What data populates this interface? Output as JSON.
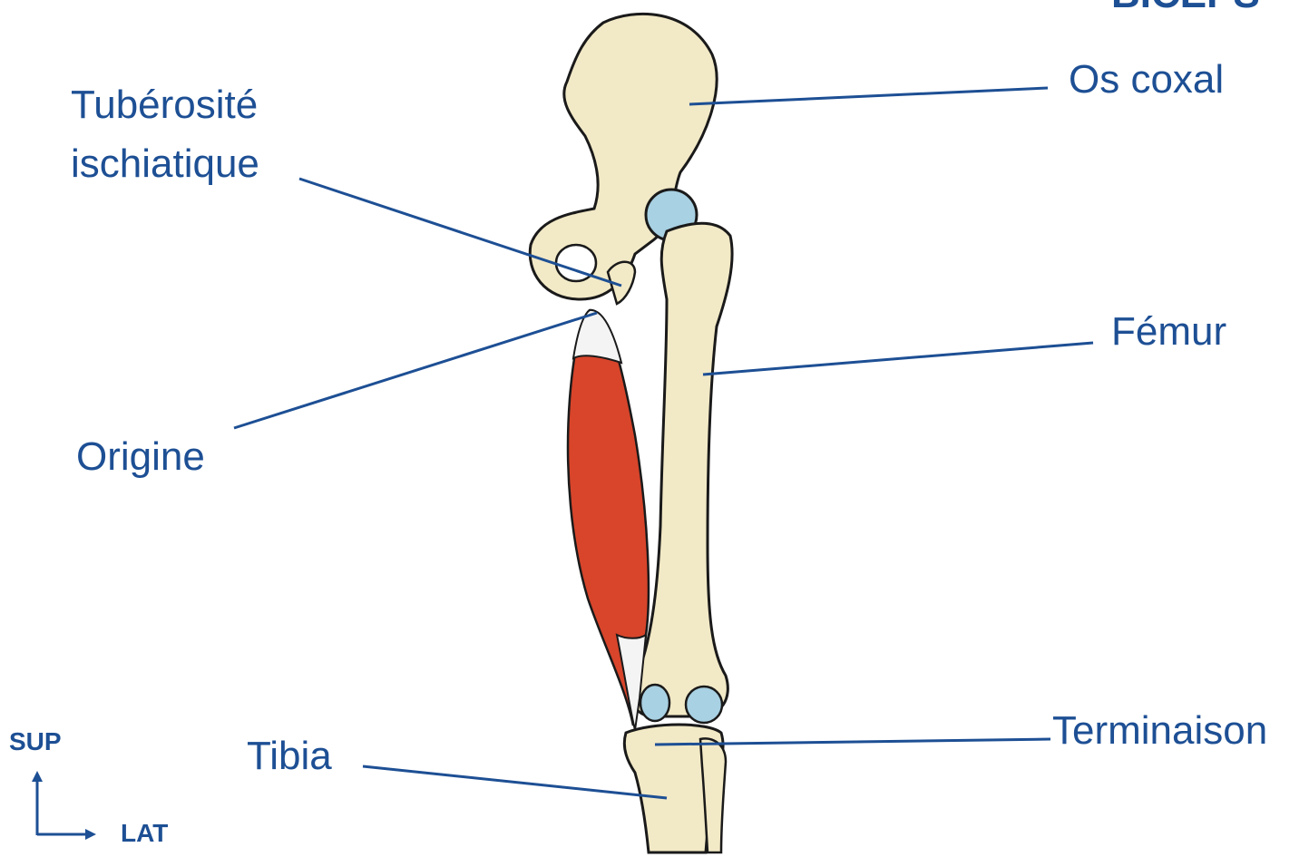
{
  "labels": {
    "tuberosite_line1": "Tubérosité",
    "tuberosite_line2": "ischiatique",
    "os_coxal": "Os coxal",
    "femur": "Fémur",
    "origine": "Origine",
    "terminaison": "Terminaison",
    "tibia": "Tibia",
    "partial_top": "BICEPS"
  },
  "orientation": {
    "sup": "SUP",
    "lat": "LAT"
  },
  "colors": {
    "bone": "#f2e9c6",
    "cartilage": "#a8d1e3",
    "muscle": "#d8452b",
    "tendon": "#f4f4f4",
    "outline": "#1a1a1a",
    "leader": "#1d4f94"
  }
}
